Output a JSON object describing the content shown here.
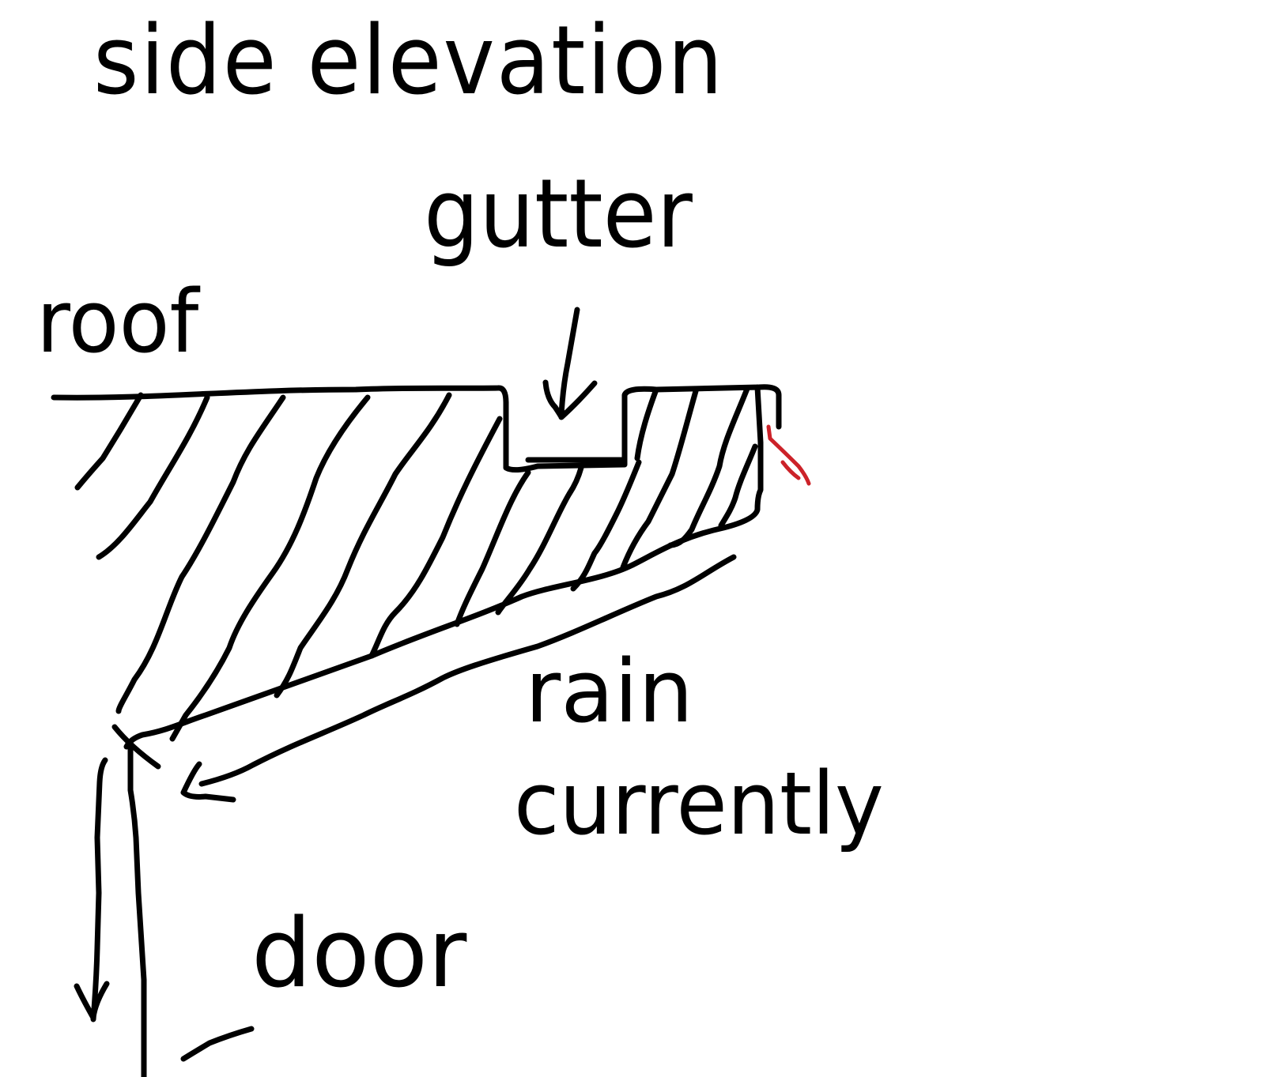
{
  "diagram": {
    "title": "side elevation",
    "labels": {
      "gutter": "gutter",
      "roof": "roof",
      "rain_line1": "rain",
      "rain_line2": "currently",
      "door": "door"
    },
    "colors": {
      "ink": "#000000",
      "annotation": "#cc2229",
      "background": "#ffffff"
    }
  }
}
